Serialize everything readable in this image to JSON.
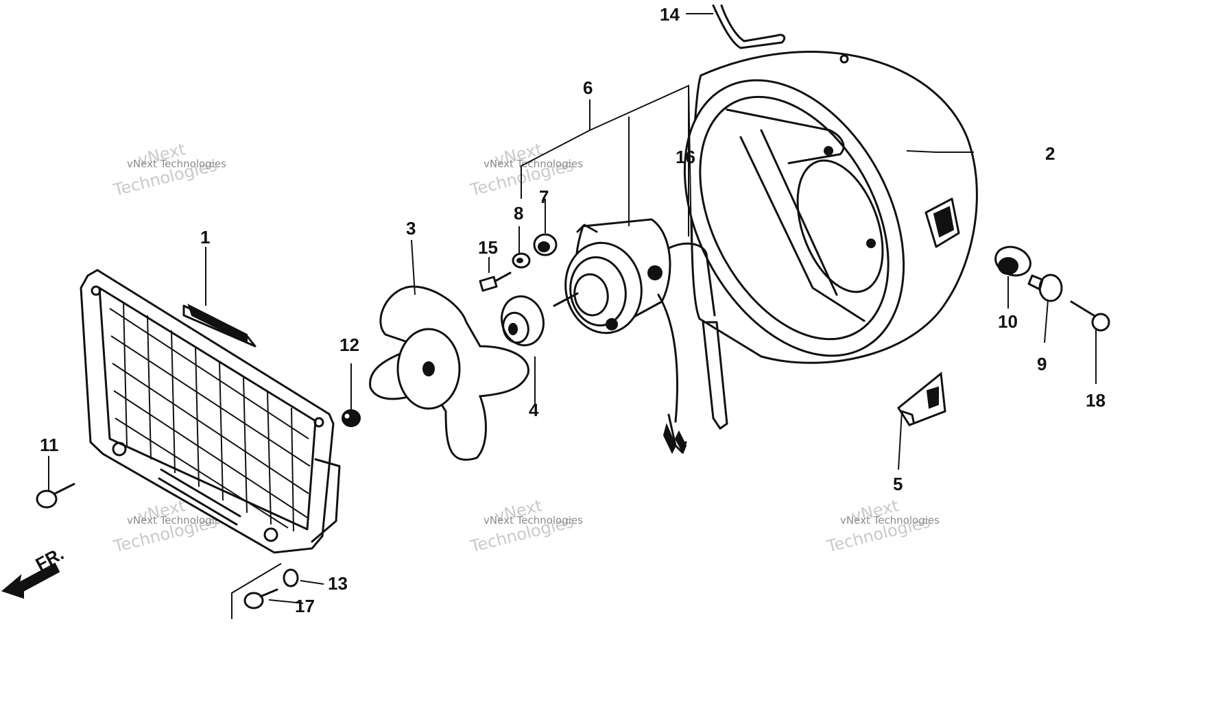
{
  "labels": {
    "p1": "1",
    "p2": "2",
    "p3": "3",
    "p4": "4",
    "p5": "5",
    "p6": "6",
    "p7": "7",
    "p8": "8",
    "p9": "9",
    "p10": "10",
    "p11": "11",
    "p12": "12",
    "p13": "13",
    "p14": "14",
    "p15": "15",
    "p16": "16",
    "p17": "17",
    "p18": "18"
  },
  "direction": "FR.",
  "watermark": {
    "line1": "vNext",
    "line2": "Technologies",
    "small": "vNext Technologies"
  }
}
